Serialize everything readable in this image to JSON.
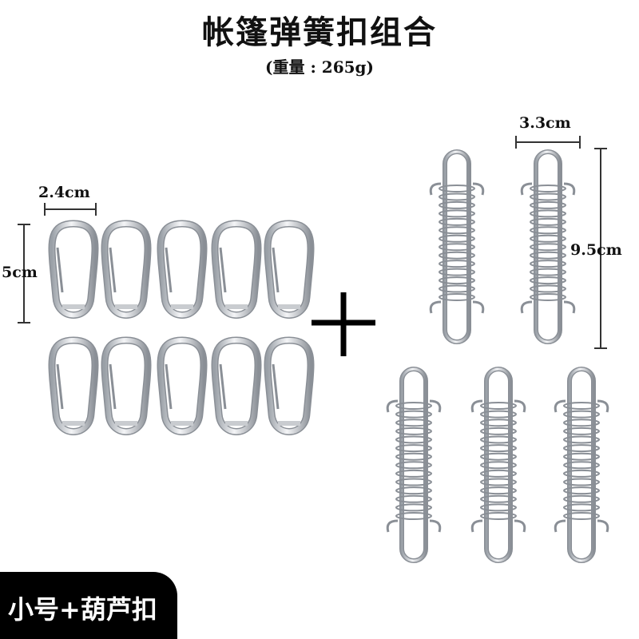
{
  "header": {
    "title": "帐篷弹簧扣组合",
    "subtitle": "(重量 : 265g)"
  },
  "dimensions": {
    "carabiner_width": "2.4cm",
    "carabiner_height": "5cm",
    "spring_width": "3.3cm",
    "spring_height": "9.5cm"
  },
  "badge": {
    "label": "小号+葫芦扣"
  },
  "colors": {
    "metal": "#bfc3c8",
    "metal_highlight": "#f4f5f7",
    "metal_dark": "#8a8f96",
    "badge_bg": "#000000",
    "badge_text": "#ffffff"
  },
  "icons": [
    "plus-sign-icon",
    "carabiner-icon",
    "spring-buckle-icon"
  ]
}
